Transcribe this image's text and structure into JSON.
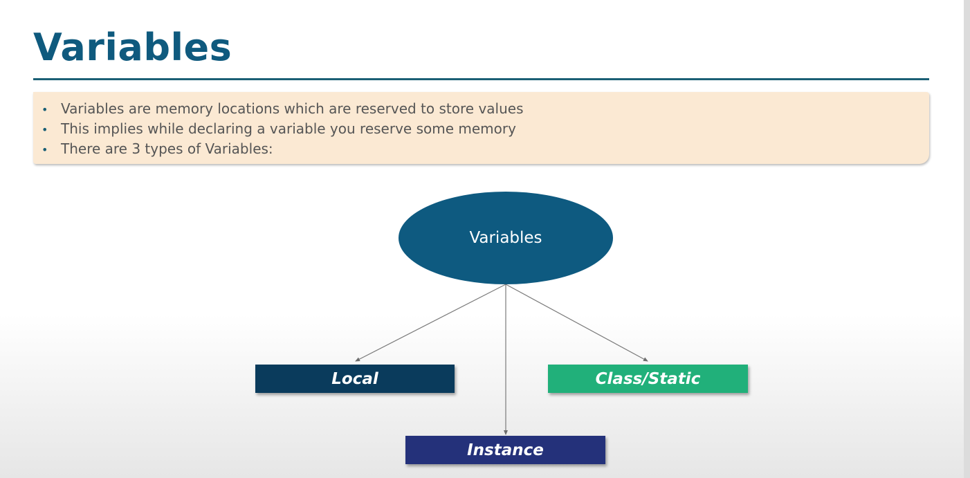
{
  "slide": {
    "title": "Variables",
    "bullets": [
      "Variables are memory locations which are reserved to store values",
      "This implies while declaring a variable you reserve some memory",
      "There are 3 types of Variables:"
    ]
  },
  "diagram": {
    "root": "Variables",
    "children": [
      {
        "label": "Local",
        "color": "#0a3b5c"
      },
      {
        "label": "Instance",
        "color": "#24317a"
      },
      {
        "label": "Class/Static",
        "color": "#21b07a"
      }
    ]
  },
  "colors": {
    "title": "#0f5a7e",
    "info_box_background": "#fbe9d3",
    "root_node": "#0e5a80"
  }
}
